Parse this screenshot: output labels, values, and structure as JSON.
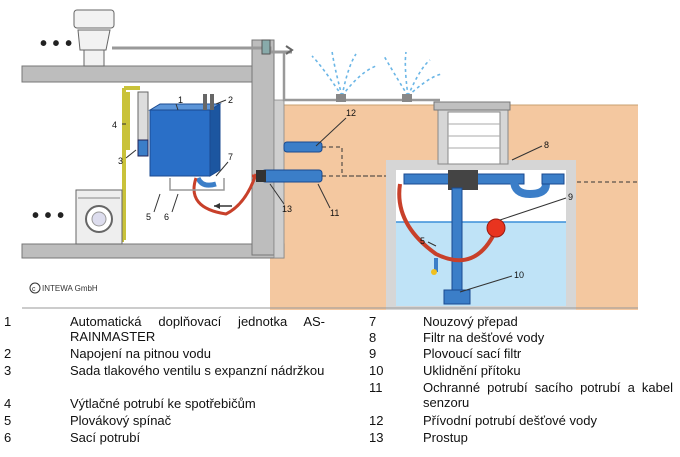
{
  "copyright": "INTEWA GmbH",
  "callouts": [
    "1",
    "2",
    "3",
    "4",
    "5",
    "6",
    "7",
    "8",
    "9",
    "10",
    "11",
    "12",
    "13"
  ],
  "legend": [
    {
      "num": "1",
      "text": "Automatická doplňovací jednotka AS-RAINMASTER"
    },
    {
      "num": "2",
      "text": "Napojení na pitnou vodu"
    },
    {
      "num": "3",
      "text": "Sada tlakového ventilu s expanzní nádržkou"
    },
    {
      "num": "4",
      "text": "Výtlačné potrubí ke spotřebičům"
    },
    {
      "num": "5",
      "text": "Plovákový spínač"
    },
    {
      "num": "6",
      "text": "Sací potrubí"
    },
    {
      "num": "7",
      "text": "Nouzový přepad"
    },
    {
      "num": "8",
      "text": "Filtr na dešťové vody"
    },
    {
      "num": "9",
      "text": "Plovoucí sací filtr"
    },
    {
      "num": "10",
      "text": "Uklidnění přítoku"
    },
    {
      "num": "11",
      "text": "Ochranné potrubí sacího potrubí a kabel senzoru"
    },
    {
      "num": "12",
      "text": "Přívodní potrubí dešťové vody"
    },
    {
      "num": "13",
      "text": "Prostup"
    }
  ]
}
